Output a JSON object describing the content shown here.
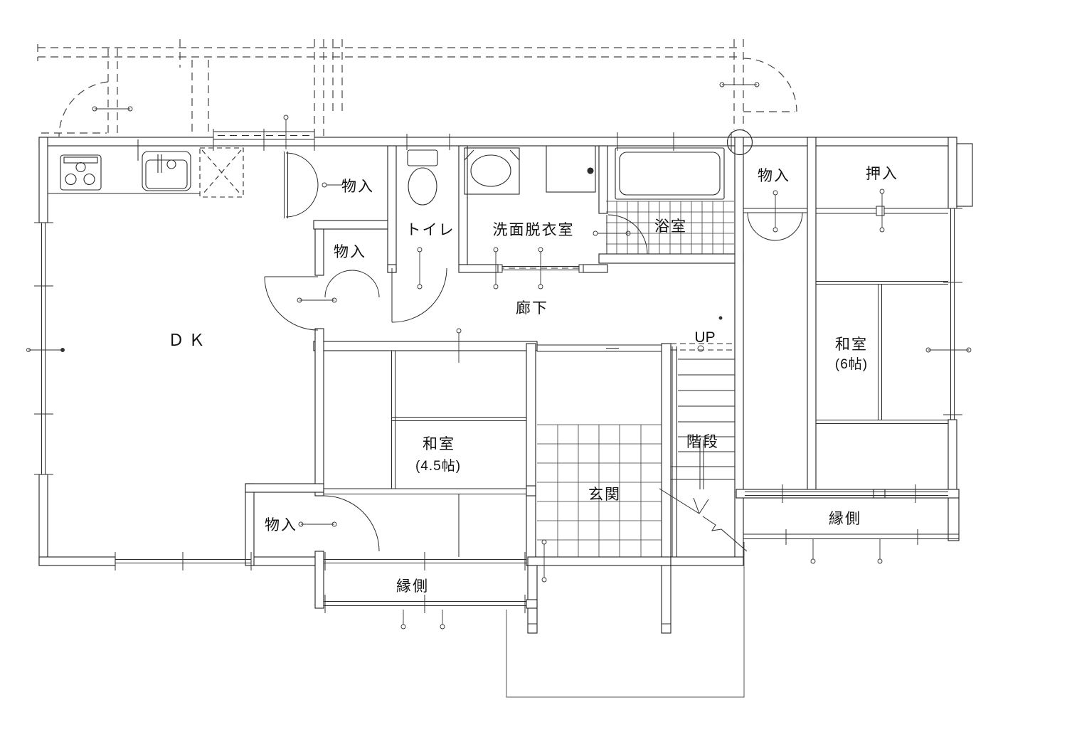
{
  "plan": {
    "type": "japanese-house-floor-plan",
    "line_color": "#1f1f1f",
    "bg_color": "#ffffff",
    "rooms": {
      "dk": {
        "label": "ＤＫ"
      },
      "closet_top": {
        "label": "物入"
      },
      "closet_mid": {
        "label": "物入"
      },
      "closet_right": {
        "label": "物入"
      },
      "closet_bottom": {
        "label": "物入"
      },
      "toilet": {
        "label": "トイレ"
      },
      "washroom": {
        "label": "洗面脱衣室"
      },
      "bath": {
        "label": "浴室"
      },
      "hallway": {
        "label": "廊下"
      },
      "oshiire": {
        "label": "押入"
      },
      "washitsu6": {
        "label": "和室",
        "size": "(6帖)"
      },
      "washitsu45": {
        "label": "和室",
        "size": "(4.5帖)"
      },
      "stairs": {
        "label": "階段",
        "direction": "UP"
      },
      "genkan": {
        "label": "玄関"
      },
      "engawa_left": {
        "label": "縁側"
      },
      "engawa_right": {
        "label": "縁側"
      }
    }
  }
}
